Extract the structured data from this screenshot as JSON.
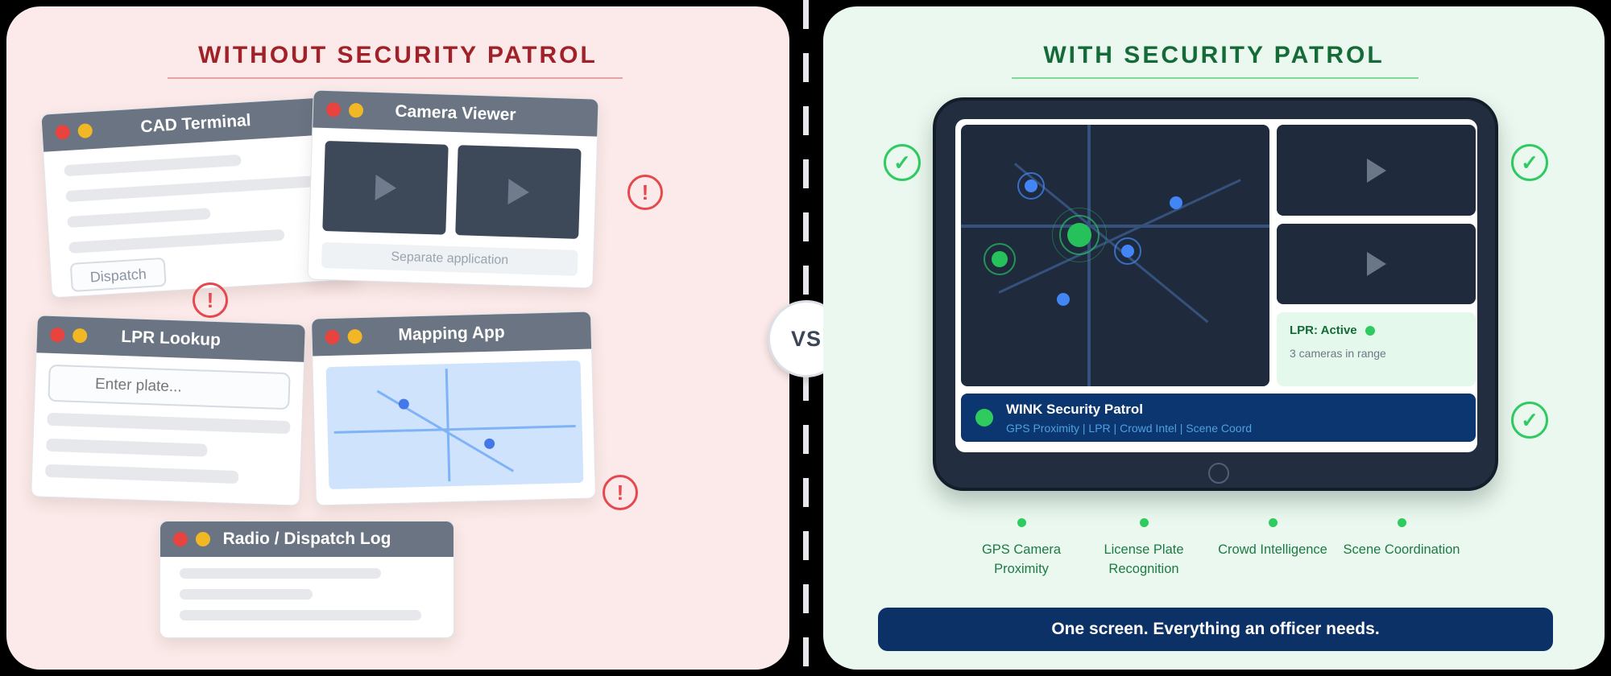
{
  "left_panel": {
    "title": "WITHOUT SECURITY PATROL",
    "alert_symbol": "!",
    "windows": {
      "cad_terminal": {
        "title": "CAD Terminal",
        "dispatch_button": "Dispatch"
      },
      "camera_viewer": {
        "title": "Camera Viewer",
        "caption": "Separate application"
      },
      "lpr_lookup": {
        "title": "LPR Lookup",
        "input_placeholder": "Enter plate..."
      },
      "mapping_app": {
        "title": "Mapping App"
      },
      "radio_log": {
        "title": "Radio / Dispatch Log"
      }
    }
  },
  "divider": {
    "vs_label": "VS"
  },
  "right_panel": {
    "title": "WITH SECURITY PATROL",
    "check_symbol": "✓",
    "tablet": {
      "lpr_status": {
        "title": "LPR: Active",
        "subtitle": "3 cameras in range"
      },
      "app_banner": {
        "title": "WINK Security Patrol",
        "subtitle": "GPS Proximity | LPR | Crowd Intel | Scene Coord"
      }
    },
    "features": [
      {
        "label": "GPS Camera Proximity"
      },
      {
        "label": "License Plate Recognition"
      },
      {
        "label": "Crowd Intelligence"
      },
      {
        "label": "Scene Coordination"
      }
    ],
    "footer_banner": "One screen. Everything an officer needs."
  },
  "colors": {
    "left_bg": "#FBEAE9",
    "right_bg": "#EAF8EF",
    "left_title": "#A02128",
    "right_title": "#156B38",
    "window_header": "#6A7482",
    "alert_red": "#E5484D",
    "check_green": "#2FCB62",
    "navy_banner": "#0B3166",
    "wink_banner": "#0B366F",
    "map_navy": "#1F2B3D",
    "dot_blue": "#4285F4",
    "dot_green": "#27C15B"
  }
}
